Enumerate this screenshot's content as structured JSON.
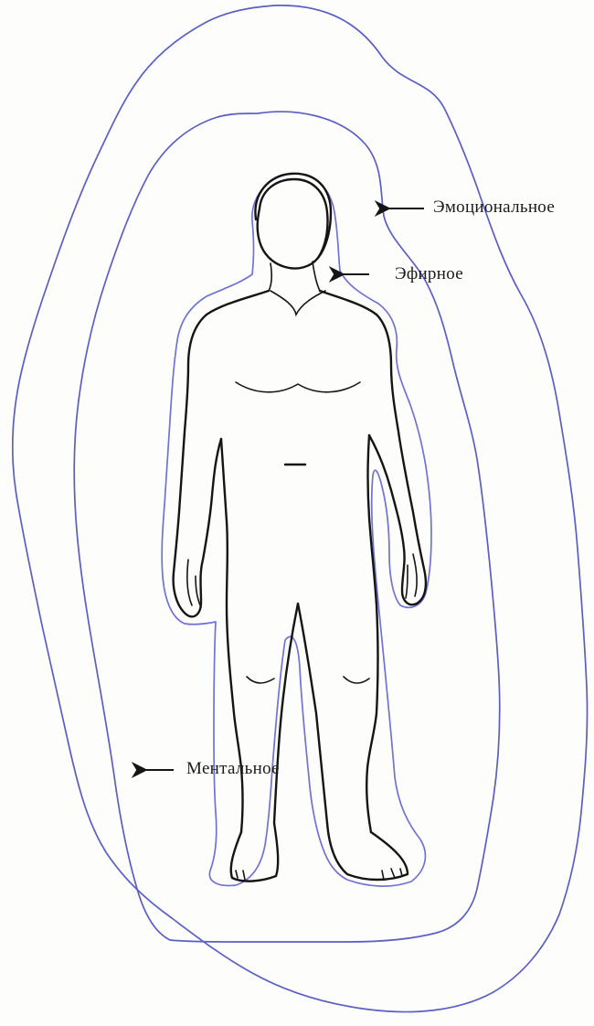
{
  "labels": {
    "emotional": "Эмоциональное",
    "etheric": "Эфирное",
    "mental": "Ментальное"
  },
  "colors": {
    "aura_stroke": "#5a5fc4",
    "body_stroke": "#151515",
    "background": "#fdfdfc"
  }
}
